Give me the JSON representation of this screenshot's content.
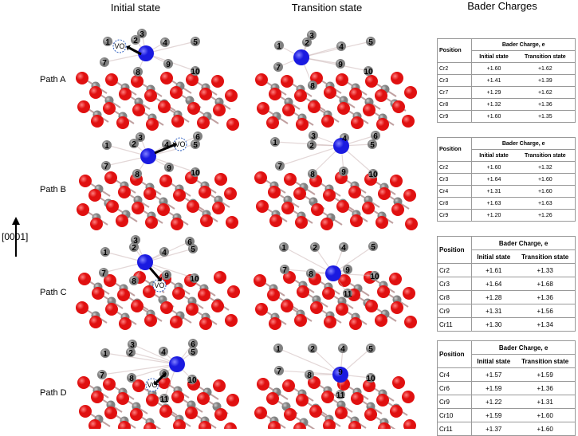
{
  "headers": {
    "initial": "Initial state",
    "transition": "Transition state",
    "bader": "Bader Charges"
  },
  "direction": "[0001]",
  "vacancy_label": "VO",
  "paths": [
    {
      "label": "Path A",
      "initial_labels": [
        "1",
        "2",
        "3",
        "4",
        "5",
        "7",
        "8",
        "9",
        "10"
      ],
      "transition_labels": [
        "1",
        "2",
        "3",
        "4",
        "5",
        "7",
        "8",
        "9",
        "10"
      ],
      "table": {
        "position": "Position",
        "bader": "Bader Charge, e",
        "initial": "Initial state",
        "transition": "Transition state",
        "rows": [
          [
            "Cr2",
            "+1.60",
            "+1.62"
          ],
          [
            "Cr3",
            "+1.41",
            "+1.39"
          ],
          [
            "Cr7",
            "+1.29",
            "+1.62"
          ],
          [
            "Cr8",
            "+1.32",
            "+1.36"
          ],
          [
            "Cr9",
            "+1.60",
            "+1.35"
          ]
        ]
      }
    },
    {
      "label": "Path B",
      "initial_labels": [
        "1",
        "2",
        "3",
        "4",
        "5",
        "6",
        "7",
        "8",
        "9",
        "10"
      ],
      "transition_labels": [
        "1",
        "2",
        "3",
        "4",
        "5",
        "6",
        "7",
        "8",
        "9",
        "10"
      ],
      "table": {
        "position": "Position",
        "bader": "Bader Charge, e",
        "initial": "Initial state",
        "transition": "Transition state",
        "rows": [
          [
            "Cr2",
            "+1.60",
            "+1.32"
          ],
          [
            "Cr3",
            "+1.64",
            "+1.60"
          ],
          [
            "Cr4",
            "+1.31",
            "+1.60"
          ],
          [
            "Cr8",
            "+1.63",
            "+1.63"
          ],
          [
            "Cr9",
            "+1.20",
            "+1.26"
          ]
        ]
      }
    },
    {
      "label": "Path C",
      "initial_labels": [
        "1",
        "2",
        "3",
        "4",
        "5",
        "6",
        "7",
        "8",
        "9",
        "10"
      ],
      "transition_labels": [
        "1",
        "2",
        "4",
        "5",
        "7",
        "8",
        "9",
        "10",
        "11"
      ],
      "table": {
        "position": "Position",
        "bader": "Bader Charge, e",
        "initial": "Initial state",
        "transition": "Transition state",
        "rows": [
          [
            "Cr2",
            "+1.61",
            "+1.33"
          ],
          [
            "Cr3",
            "+1.64",
            "+1.68"
          ],
          [
            "Cr8",
            "+1.28",
            "+1.36"
          ],
          [
            "Cr9",
            "+1.31",
            "+1.56"
          ],
          [
            "Cr11",
            "+1.30",
            "+1.34"
          ]
        ]
      }
    },
    {
      "label": "Path D",
      "initial_labels": [
        "1",
        "2",
        "3",
        "4",
        "5",
        "6",
        "7",
        "8",
        "9",
        "10",
        "11"
      ],
      "transition_labels": [
        "1",
        "2",
        "4",
        "5",
        "7",
        "8",
        "9",
        "10",
        "11"
      ],
      "table": {
        "position": "Position",
        "bader": "Bader Charge, e",
        "initial": "Initial state",
        "transition": "Transition state",
        "rows": [
          [
            "Cr4",
            "+1.57",
            "+1.59"
          ],
          [
            "Cr6",
            "+1.59",
            "+1.36"
          ],
          [
            "Cr9",
            "+1.22",
            "+1.31"
          ],
          [
            "Cr10",
            "+1.59",
            "+1.60"
          ],
          [
            "Cr11",
            "+1.37",
            "+1.60"
          ]
        ]
      }
    }
  ],
  "colors": {
    "oxygen": "#e01010",
    "chromium": "#808080",
    "migrating": "#1a1ae0",
    "vacancy": "#3060c0"
  }
}
